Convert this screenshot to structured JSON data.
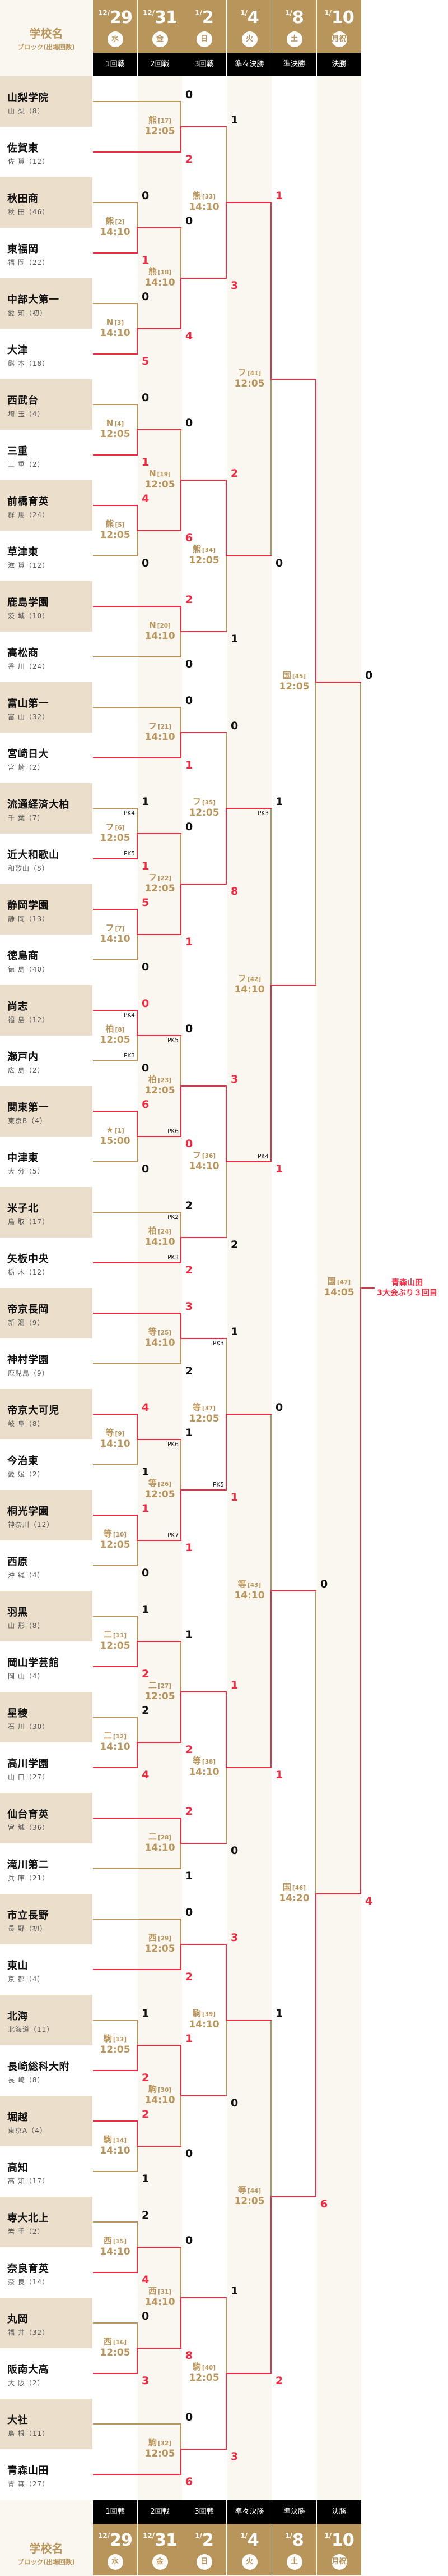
{
  "header": {
    "team_title": "学校名",
    "team_subtitle": "ブロック(出場回数)",
    "columns": [
      {
        "month": "12/",
        "day": "29",
        "weekday": "水",
        "round": "1回戦"
      },
      {
        "month": "12/",
        "day": "31",
        "weekday": "金",
        "round": "2回戦"
      },
      {
        "month": "1/",
        "day": "2",
        "weekday": "日",
        "round": "3回戦"
      },
      {
        "month": "1/",
        "day": "4",
        "weekday": "火",
        "round": "準々決勝"
      },
      {
        "month": "1/",
        "day": "8",
        "weekday": "土",
        "round": "準決勝"
      },
      {
        "month": "1/",
        "day": "10",
        "weekday": "月祝",
        "round": "決勝"
      }
    ]
  },
  "teams": [
    {
      "name": "山梨学院",
      "pref": "山 梨（8）"
    },
    {
      "name": "佐賀東",
      "pref": "佐 賀（12）"
    },
    {
      "name": "秋田商",
      "pref": "秋 田（46）"
    },
    {
      "name": "東福岡",
      "pref": "福 岡（22）"
    },
    {
      "name": "中部大第一",
      "pref": "愛 知（初）"
    },
    {
      "name": "大津",
      "pref": "熊 本（18）"
    },
    {
      "name": "西武台",
      "pref": "埼 玉（4）"
    },
    {
      "name": "三重",
      "pref": "三 重（2）"
    },
    {
      "name": "前橋育英",
      "pref": "群 馬（24）"
    },
    {
      "name": "草津東",
      "pref": "滋 賀（12）"
    },
    {
      "name": "鹿島学園",
      "pref": "茨 城（10）"
    },
    {
      "name": "高松商",
      "pref": "香 川（24）"
    },
    {
      "name": "富山第一",
      "pref": "富 山（32）"
    },
    {
      "name": "宮崎日大",
      "pref": "宮 崎（2）"
    },
    {
      "name": "流通経済大柏",
      "pref": "千 葉（7）"
    },
    {
      "name": "近大和歌山",
      "pref": "和歌山（8）"
    },
    {
      "name": "静岡学園",
      "pref": "静 岡（13）"
    },
    {
      "name": "徳島商",
      "pref": "徳 島（40）"
    },
    {
      "name": "尚志",
      "pref": "福 島（12）"
    },
    {
      "name": "瀬戸内",
      "pref": "広 島（2）"
    },
    {
      "name": "関東第一",
      "pref": "東京B（4）"
    },
    {
      "name": "中津東",
      "pref": "大 分（5）"
    },
    {
      "name": "米子北",
      "pref": "鳥 取（17）"
    },
    {
      "name": "矢板中央",
      "pref": "栃 木（12）"
    },
    {
      "name": "帝京長岡",
      "pref": "新 潟（9）"
    },
    {
      "name": "神村学園",
      "pref": "鹿児島（9）"
    },
    {
      "name": "帝京大可児",
      "pref": "岐 阜（8）"
    },
    {
      "name": "今治東",
      "pref": "愛 媛（2）"
    },
    {
      "name": "桐光学園",
      "pref": "神奈川（12）"
    },
    {
      "name": "西原",
      "pref": "沖 縄（4）"
    },
    {
      "name": "羽黒",
      "pref": "山 形（8）"
    },
    {
      "name": "岡山学芸館",
      "pref": "岡 山（4）"
    },
    {
      "name": "星稜",
      "pref": "石 川（30）"
    },
    {
      "name": "高川学園",
      "pref": "山 口（27）"
    },
    {
      "name": "仙台育英",
      "pref": "宮 城（36）"
    },
    {
      "name": "滝川第二",
      "pref": "兵 庫（21）"
    },
    {
      "name": "市立長野",
      "pref": "長 野（初）"
    },
    {
      "name": "東山",
      "pref": "京 都（4）"
    },
    {
      "name": "北海",
      "pref": "北海道（11）"
    },
    {
      "name": "長崎総科大附",
      "pref": "長 崎（8）"
    },
    {
      "name": "堀越",
      "pref": "東京A（4）"
    },
    {
      "name": "高知",
      "pref": "高 知（17）"
    },
    {
      "name": "専大北上",
      "pref": "岩 手（2）"
    },
    {
      "name": "奈良育英",
      "pref": "奈 良（14）"
    },
    {
      "name": "丸岡",
      "pref": "福 井（32）"
    },
    {
      "name": "阪南大高",
      "pref": "大 阪（2）"
    },
    {
      "name": "大社",
      "pref": "島 根（11）"
    },
    {
      "name": "青森山田",
      "pref": "青 森（27）"
    }
  ],
  "matches": [
    {
      "id": 1,
      "round": 1,
      "venue": "★",
      "no": "[1]",
      "time": "15:00",
      "a": "t20",
      "b": "t21",
      "score_a": "6",
      "score_b": "0",
      "winner": "a"
    },
    {
      "id": 2,
      "round": 1,
      "venue": "熊",
      "no": "[2]",
      "time": "14:10",
      "a": "t2",
      "b": "t3",
      "score_a": "0",
      "score_b": "1",
      "winner": "b"
    },
    {
      "id": 3,
      "round": 1,
      "venue": "N",
      "no": "[3]",
      "time": "14:10",
      "a": "t4",
      "b": "t5",
      "score_a": "0",
      "score_b": "5",
      "winner": "b"
    },
    {
      "id": 4,
      "round": 1,
      "venue": "N",
      "no": "[4]",
      "time": "12:05",
      "a": "t6",
      "b": "t7",
      "score_a": "0",
      "score_b": "1",
      "winner": "b"
    },
    {
      "id": 5,
      "round": 1,
      "venue": "熊",
      "no": "[5]",
      "time": "12:05",
      "a": "t8",
      "b": "t9",
      "score_a": "4",
      "score_b": "0",
      "winner": "a"
    },
    {
      "id": 6,
      "round": 1,
      "venue": "フ",
      "no": "[6]",
      "time": "12:05",
      "a": "t14",
      "b": "t15",
      "score_a": "1",
      "score_b": "1",
      "pk_a": "PK4",
      "pk_b": "PK5",
      "winner": "b"
    },
    {
      "id": 7,
      "round": 1,
      "venue": "フ",
      "no": "[7]",
      "time": "14:10",
      "a": "t16",
      "b": "t17",
      "score_a": "5",
      "score_b": "0",
      "winner": "a"
    },
    {
      "id": 8,
      "round": 1,
      "venue": "柏",
      "no": "[8]",
      "time": "12:05",
      "a": "t18",
      "b": "t19",
      "score_a": "0",
      "score_b": "0",
      "pk_a": "PK4",
      "pk_b": "PK3",
      "winner": "a"
    },
    {
      "id": 9,
      "round": 1,
      "venue": "等",
      "no": "[9]",
      "time": "14:10",
      "a": "t26",
      "b": "t27",
      "score_a": "4",
      "score_b": "1",
      "winner": "a"
    },
    {
      "id": 10,
      "round": 1,
      "venue": "等",
      "no": "[10]",
      "time": "12:05",
      "a": "t28",
      "b": "t29",
      "score_a": "1",
      "score_b": "0",
      "winner": "a"
    },
    {
      "id": 11,
      "round": 1,
      "venue": "二",
      "no": "[11]",
      "time": "12:05",
      "a": "t30",
      "b": "t31",
      "score_a": "1",
      "score_b": "2",
      "winner": "b"
    },
    {
      "id": 12,
      "round": 1,
      "venue": "二",
      "no": "[12]",
      "time": "14:10",
      "a": "t32",
      "b": "t33",
      "score_a": "2",
      "score_b": "4",
      "winner": "b"
    },
    {
      "id": 13,
      "round": 1,
      "venue": "駒",
      "no": "[13]",
      "time": "12:05",
      "a": "t38",
      "b": "t39",
      "score_a": "1",
      "score_b": "2",
      "winner": "b"
    },
    {
      "id": 14,
      "round": 1,
      "venue": "駒",
      "no": "[14]",
      "time": "14:10",
      "a": "t40",
      "b": "t41",
      "score_a": "2",
      "score_b": "1",
      "winner": "a"
    },
    {
      "id": 15,
      "round": 1,
      "venue": "西",
      "no": "[15]",
      "time": "14:10",
      "a": "t42",
      "b": "t43",
      "score_a": "2",
      "score_b": "4",
      "winner": "b"
    },
    {
      "id": 16,
      "round": 1,
      "venue": "西",
      "no": "[16]",
      "time": "12:05",
      "a": "t44",
      "b": "t45",
      "score_a": "0",
      "score_b": "3",
      "winner": "b"
    },
    {
      "id": 17,
      "round": 2,
      "venue": "熊",
      "no": "[17]",
      "time": "12:05",
      "a": "t0",
      "b": "t1",
      "score_a": "0",
      "score_b": "2",
      "winner": "b"
    },
    {
      "id": 18,
      "round": 2,
      "venue": "熊",
      "no": "[18]",
      "time": "14:10",
      "a": "m2",
      "b": "m3",
      "score_a": "0",
      "score_b": "4",
      "winner": "b"
    },
    {
      "id": 19,
      "round": 2,
      "venue": "N",
      "no": "[19]",
      "time": "12:05",
      "a": "m4",
      "b": "m5",
      "score_a": "0",
      "score_b": "6",
      "winner": "b"
    },
    {
      "id": 20,
      "round": 2,
      "venue": "N",
      "no": "[20]",
      "time": "14:10",
      "a": "t10",
      "b": "t11",
      "score_a": "2",
      "score_b": "0",
      "winner": "a"
    },
    {
      "id": 21,
      "round": 2,
      "venue": "フ",
      "no": "[21]",
      "time": "14:10",
      "a": "t12",
      "b": "t13",
      "score_a": "0",
      "score_b": "1",
      "winner": "b"
    },
    {
      "id": 22,
      "round": 2,
      "venue": "フ",
      "no": "[22]",
      "time": "12:05",
      "a": "m6",
      "b": "m7",
      "score_a": "0",
      "score_b": "1",
      "winner": "b"
    },
    {
      "id": 23,
      "round": 2,
      "venue": "柏",
      "no": "[23]",
      "time": "12:05",
      "a": "m8",
      "b": "m1",
      "score_a": "0",
      "score_b": "0",
      "pk_a": "PK5",
      "pk_b": "PK6",
      "winner": "b"
    },
    {
      "id": 24,
      "round": 2,
      "venue": "柏",
      "no": "[24]",
      "time": "14:10",
      "a": "t22",
      "b": "t23",
      "score_a": "2",
      "score_b": "2",
      "pk_a": "PK2",
      "pk_b": "PK3",
      "winner": "b"
    },
    {
      "id": 25,
      "round": 2,
      "venue": "等",
      "no": "[25]",
      "time": "14:10",
      "a": "t24",
      "b": "t25",
      "score_a": "3",
      "score_b": "2",
      "winner": "a"
    },
    {
      "id": 26,
      "round": 2,
      "venue": "等",
      "no": "[26]",
      "time": "12:05",
      "a": "m9",
      "b": "m10",
      "score_a": "1",
      "score_b": "1",
      "pk_a": "PK6",
      "pk_b": "PK7",
      "winner": "b"
    },
    {
      "id": 27,
      "round": 2,
      "venue": "二",
      "no": "[27]",
      "time": "12:05",
      "a": "m11",
      "b": "m12",
      "score_a": "1",
      "score_b": "2",
      "winner": "b"
    },
    {
      "id": 28,
      "round": 2,
      "venue": "二",
      "no": "[28]",
      "time": "14:10",
      "a": "t34",
      "b": "t35",
      "score_a": "2",
      "score_b": "1",
      "winner": "a"
    },
    {
      "id": 29,
      "round": 2,
      "venue": "西",
      "no": "[29]",
      "time": "12:05",
      "a": "t36",
      "b": "t37",
      "score_a": "0",
      "score_b": "2",
      "winner": "b"
    },
    {
      "id": 30,
      "round": 2,
      "venue": "駒",
      "no": "[30]",
      "time": "14:10",
      "a": "m13",
      "b": "m14",
      "score_a": "1",
      "score_b": "0",
      "winner": "a"
    },
    {
      "id": 31,
      "round": 2,
      "venue": "西",
      "no": "[31]",
      "time": "14:10",
      "a": "m15",
      "b": "m16",
      "score_a": "0",
      "score_b": "8",
      "winner": "b"
    },
    {
      "id": 32,
      "round": 2,
      "venue": "駒",
      "no": "[32]",
      "time": "12:05",
      "a": "t46",
      "b": "t47",
      "score_a": "0",
      "score_b": "6",
      "winner": "b"
    },
    {
      "id": 33,
      "round": 3,
      "venue": "熊",
      "no": "[33]",
      "time": "14:10",
      "a": "m17",
      "b": "m18",
      "score_a": "1",
      "score_b": "3",
      "winner": "b"
    },
    {
      "id": 34,
      "round": 3,
      "venue": "熊",
      "no": "[34]",
      "time": "12:05",
      "a": "m19",
      "b": "m20",
      "score_a": "2",
      "score_b": "1",
      "winner": "a"
    },
    {
      "id": 35,
      "round": 3,
      "venue": "フ",
      "no": "[35]",
      "time": "12:05",
      "a": "m21",
      "b": "m22",
      "score_a": "0",
      "score_b": "8",
      "winner": "b"
    },
    {
      "id": 36,
      "round": 3,
      "venue": "フ",
      "no": "[36]",
      "time": "14:10",
      "a": "m23",
      "b": "m24",
      "score_a": "3",
      "score_b": "2",
      "winner": "a"
    },
    {
      "id": 37,
      "round": 3,
      "venue": "等",
      "no": "[37]",
      "time": "12:05",
      "a": "m25",
      "b": "m26",
      "score_a": "1",
      "score_b": "1",
      "pk_a": "PK3",
      "pk_b": "PK5",
      "winner": "b"
    },
    {
      "id": 38,
      "round": 3,
      "venue": "等",
      "no": "[38]",
      "time": "14:10",
      "a": "m27",
      "b": "m28",
      "score_a": "1",
      "score_b": "0",
      "winner": "a"
    },
    {
      "id": 39,
      "round": 3,
      "venue": "駒",
      "no": "[39]",
      "time": "14:10",
      "a": "m29",
      "b": "m30",
      "score_a": "3",
      "score_b": "0",
      "winner": "a"
    },
    {
      "id": 40,
      "round": 3,
      "venue": "駒",
      "no": "[40]",
      "time": "12:05",
      "a": "m31",
      "b": "m32",
      "score_a": "1",
      "score_b": "3",
      "winner": "b"
    },
    {
      "id": 41,
      "round": 4,
      "venue": "フ",
      "no": "[41]",
      "time": "12:05",
      "a": "m33",
      "b": "m34",
      "score_a": "1",
      "score_b": "0",
      "winner": "a"
    },
    {
      "id": 42,
      "round": 4,
      "venue": "フ",
      "no": "[42]",
      "time": "14:10",
      "a": "m35",
      "b": "m36",
      "score_a": "1",
      "score_b": "1",
      "pk_a": "PK3",
      "pk_b": "PK4",
      "winner": "b"
    },
    {
      "id": 43,
      "round": 4,
      "venue": "等",
      "no": "[43]",
      "time": "14:10",
      "a": "m37",
      "b": "m38",
      "score_a": "0",
      "score_b": "1",
      "winner": "b"
    },
    {
      "id": 44,
      "round": 4,
      "venue": "等",
      "no": "[44]",
      "time": "12:05",
      "a": "m39",
      "b": "m40",
      "score_a": "1",
      "score_b": "2",
      "winner": "b"
    },
    {
      "id": 45,
      "round": 5,
      "venue": "国",
      "no": "[45]",
      "time": "12:05",
      "a": "m41",
      "b": "m42",
      "winner": "a"
    },
    {
      "id": 46,
      "round": 5,
      "venue": "国",
      "no": "[46]",
      "time": "14:20",
      "a": "m43",
      "b": "m44",
      "score_a": "0",
      "score_b": "6",
      "winner": "b"
    },
    {
      "id": 47,
      "round": 6,
      "venue": "国",
      "no": "[47]",
      "time": "14:05",
      "a": "m45",
      "b": "m46",
      "score_a": "0",
      "score_b": "4",
      "winner": "b"
    }
  ],
  "champion": {
    "line1": "青森山田",
    "line2": "3大会ぶり３回目"
  },
  "colors": {
    "gold": "#b8955a",
    "win_red": "#f5283f",
    "row_beige": "#ebdfcc",
    "stripe": "#faf6f0"
  }
}
